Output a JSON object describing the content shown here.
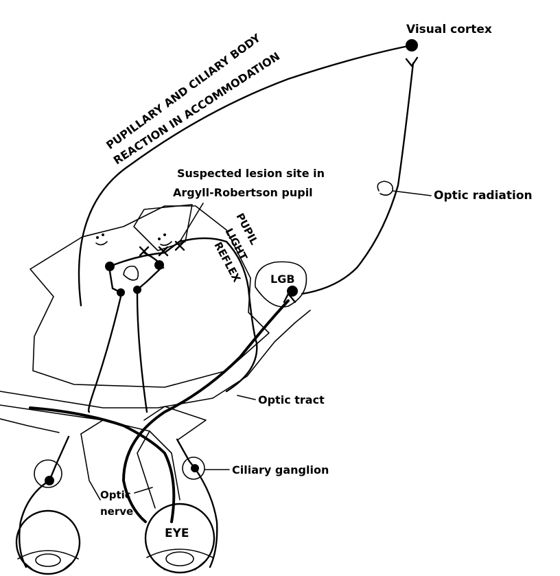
{
  "labels": {
    "visual_cortex": "Visual cortex",
    "pathway_line1": "PUPILLARY AND CILIARY BODY",
    "pathway_line2": "REACTION IN ACCOMMODATION",
    "lesion_line1": "Suspected lesion site in",
    "lesion_line2": "Argyll-Robertson pupil",
    "optic_radiation": "Optic  radiation",
    "reflex_line1": "PUPIL",
    "reflex_line2": "LIGHT",
    "reflex_line3": "REFLEX",
    "lgb": "LGB",
    "optic_tract": "Optic  tract",
    "ciliary_ganglion": "Ciliary  ganglion",
    "optic_nerve_line1": "Optic",
    "optic_nerve_line2": "nerve",
    "eye": "EYE"
  }
}
